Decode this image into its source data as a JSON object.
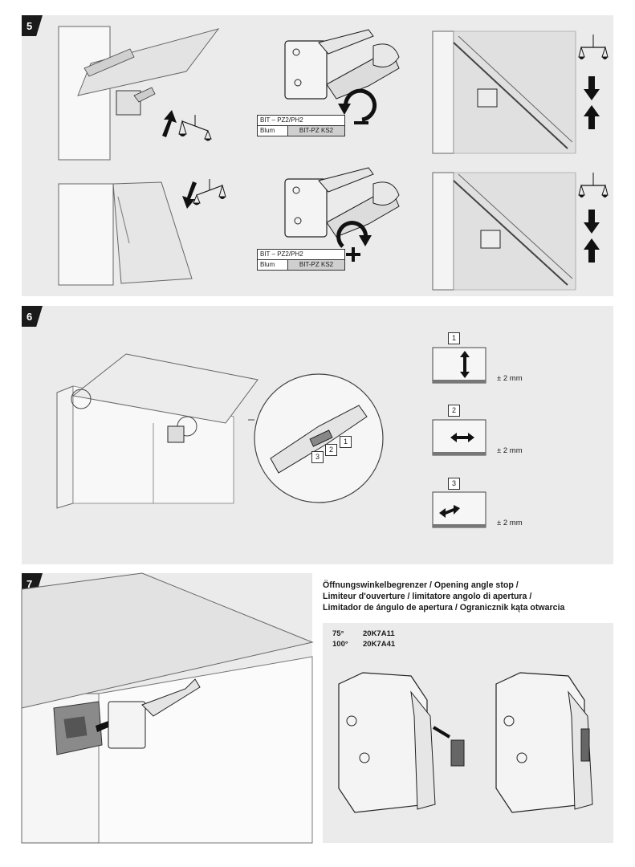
{
  "steps": {
    "s5": "5",
    "s6": "6",
    "s7": "7"
  },
  "bit_boxes": [
    {
      "label": "BIT – PZ2/PH2",
      "brand": "Blum",
      "code": "BIT-PZ KS2"
    },
    {
      "label": "BIT – PZ2/PH2",
      "brand": "Blum",
      "code": "BIT-PZ KS2"
    }
  ],
  "adjust": [
    {
      "num": "1",
      "tolerance": "± 2 mm"
    },
    {
      "num": "2",
      "tolerance": "± 2 mm"
    },
    {
      "num": "3",
      "tolerance": "± 2 mm"
    }
  ],
  "callouts": [
    "1",
    "2",
    "3"
  ],
  "opening_stop": {
    "title_lines": [
      "Öffnungswinkelbegrenzer / Opening angle stop /",
      "Limiteur d'ouverture / limitatore angolo di apertura /",
      "Limitador de ángulo de apertura / Ogranicznik kąta otwarcia"
    ],
    "rows": [
      {
        "angle": "75°",
        "code": "20K7A11"
      },
      {
        "angle": "100°",
        "code": "20K7A41"
      }
    ]
  },
  "signs": {
    "minus": "−",
    "plus": "+"
  }
}
